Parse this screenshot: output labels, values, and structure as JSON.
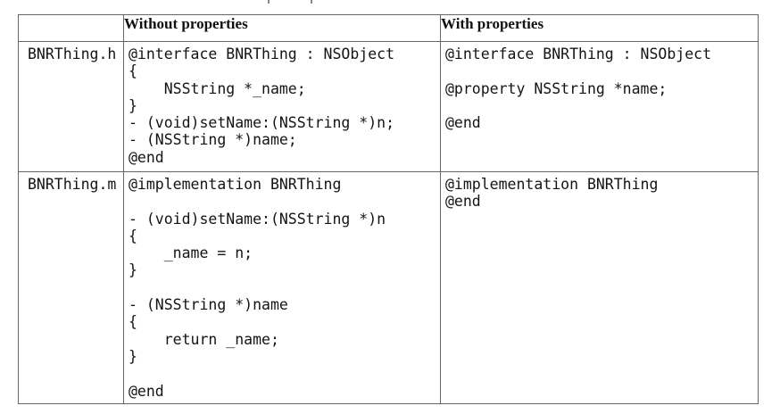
{
  "table": {
    "columns": {
      "label": "",
      "without": "Without properties",
      "with": "With properties"
    },
    "rows": [
      {
        "label": "BNRThing.h",
        "without": "@interface BNRThing : NSObject\n{\n    NSString *_name;\n}\n- (void)setName:(NSString *)n;\n- (NSString *)name;\n@end",
        "with": "@interface BNRThing : NSObject\n\n@property NSString *name;\n\n@end"
      },
      {
        "label": "BNRThing.m",
        "without": "@implementation BNRThing\n\n- (void)setName:(NSString *)n\n{\n    _name = n;\n}\n\n- (NSString *)name\n{\n    return _name;\n}\n\n@end",
        "with": "@implementation BNRThing\n@end"
      }
    ]
  },
  "colors": {
    "border": "#666666",
    "text": "#141414",
    "background": "#ffffff"
  }
}
